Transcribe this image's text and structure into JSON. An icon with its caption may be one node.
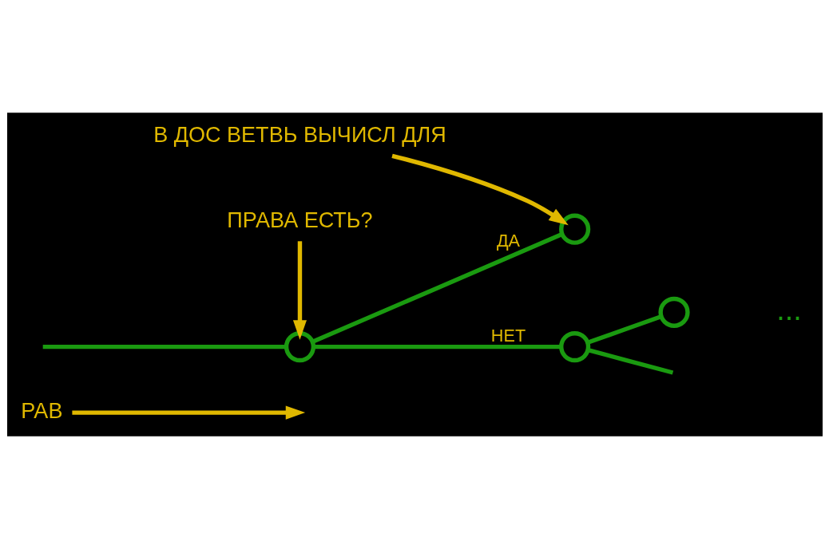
{
  "diagram": {
    "nodes": [
      {
        "text": [
          "РАВ"
        ]
      },
      {
        "text": [],
        "shape": "circle"
      },
      {
        "text": [
          "ПРАВА ЕСТЬ?"
        ]
      },
      {
        "text": [],
        "shape": "circle"
      },
      {
        "text": [
          "В ДОС ВЕТВЬ ВЫЧИСЛ ДЛЯ"
        ]
      },
      {
        "text": [],
        "shape": "circle"
      },
      {
        "text": [],
        "shape": "circle"
      }
    ],
    "edges": [
      {
        "from": null,
        "to": 1,
        "arrow": "none"
      },
      {
        "from": 1,
        "to": 3,
        "arrow": "none",
        "label": "ДА"
      },
      {
        "from": 1,
        "to": 5,
        "arrow": "none",
        "label": "НЕТ"
      },
      {
        "from": 5,
        "to": 6,
        "arrow": "none"
      },
      {
        "from": 5,
        "to": null,
        "arrow": "none"
      },
      {
        "from": 0,
        "to": null,
        "arrow": "to",
        "color": "#e0b800"
      },
      {
        "from": 2,
        "to": 1,
        "arrow": "to",
        "color": "#e0b800"
      },
      {
        "from": 4,
        "to": 3,
        "arrow": "to",
        "color": "#e0b800"
      }
    ],
    "labels": [
      "..."
    ]
  }
}
